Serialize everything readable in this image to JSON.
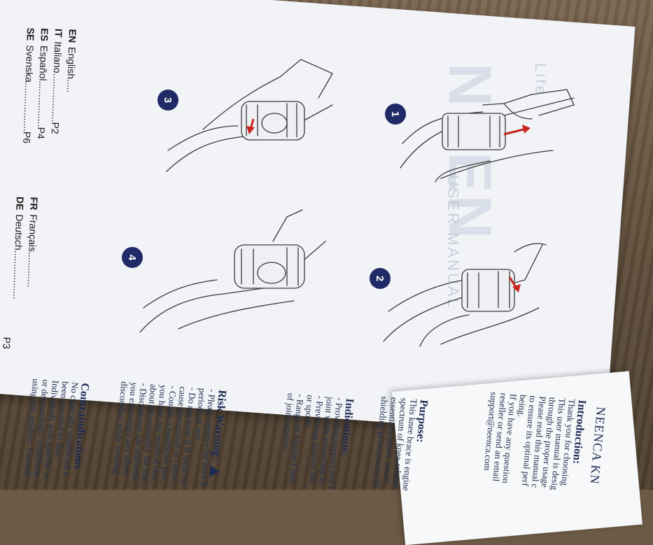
{
  "toc": [
    {
      "code": "EN",
      "lang": "English",
      "page": ""
    },
    {
      "code": "IT",
      "lang": "Italiano",
      "page": "P2"
    },
    {
      "code": "ES",
      "lang": "Español",
      "page": "P4"
    },
    {
      "code": "SE",
      "lang": "Svenska",
      "page": "P6"
    }
  ],
  "toc2": [
    {
      "code": "FR",
      "lang": "Français"
    },
    {
      "code": "DE",
      "lang": "Deutsch"
    }
  ],
  "toc_tail": "P3",
  "steps": [
    "1",
    "2",
    "3",
    "4"
  ],
  "watermark": {
    "big": "NEEN",
    "small": "USER MANUAL",
    "tag": "Life"
  },
  "manual": {
    "brand": "NEENCA KN",
    "intro_h": "Introduction:",
    "intro": [
      "Thank you for choosing",
      "This user manual is desig",
      "through the proper usage",
      "Please read this manual c",
      "to ensure its optimal perf",
      "being.",
      "If you have any question",
      "reseller or send an email",
      "support@neenca.com"
    ],
    "purpose_h": "Purpose:",
    "purpose": [
      "This knee brace is engine",
      "spectrum of knee-related",
      "essential support, steadi",
      "shielding protection to th"
    ],
    "ind_h": "Indications:",
    "ind": [
      "- Providing support and s",
      "joint while enhancing fu",
      "- Preventing injuries dur",
      "or sports.",
      "- Range of Motion Contr",
      "of joint injuries."
    ],
    "risk_h": "Risk Warning:",
    "risk": [
      "- Please remove the knee b",
      "periods of rest.",
      "- Do not wear it if feels toc",
      "cause discomfort or restric",
      "- Consult a healthcare pro",
      "you have any medical con",
      "about its suitability for you",
      "- Discontinue use and seek",
      "you experience any adver",
      "discomfort while wearing"
    ],
    "contra_h": "Contraindications",
    "contra": [
      "No clinically significant a",
      "been reported to date.",
      "Individuals with specific w",
      "or dermatologic conditions",
      "using this product. Consult"
    ]
  },
  "colors": {
    "badge": "#1f2a66",
    "arrow": "#c8261f",
    "ink": "#3a3a3a"
  }
}
